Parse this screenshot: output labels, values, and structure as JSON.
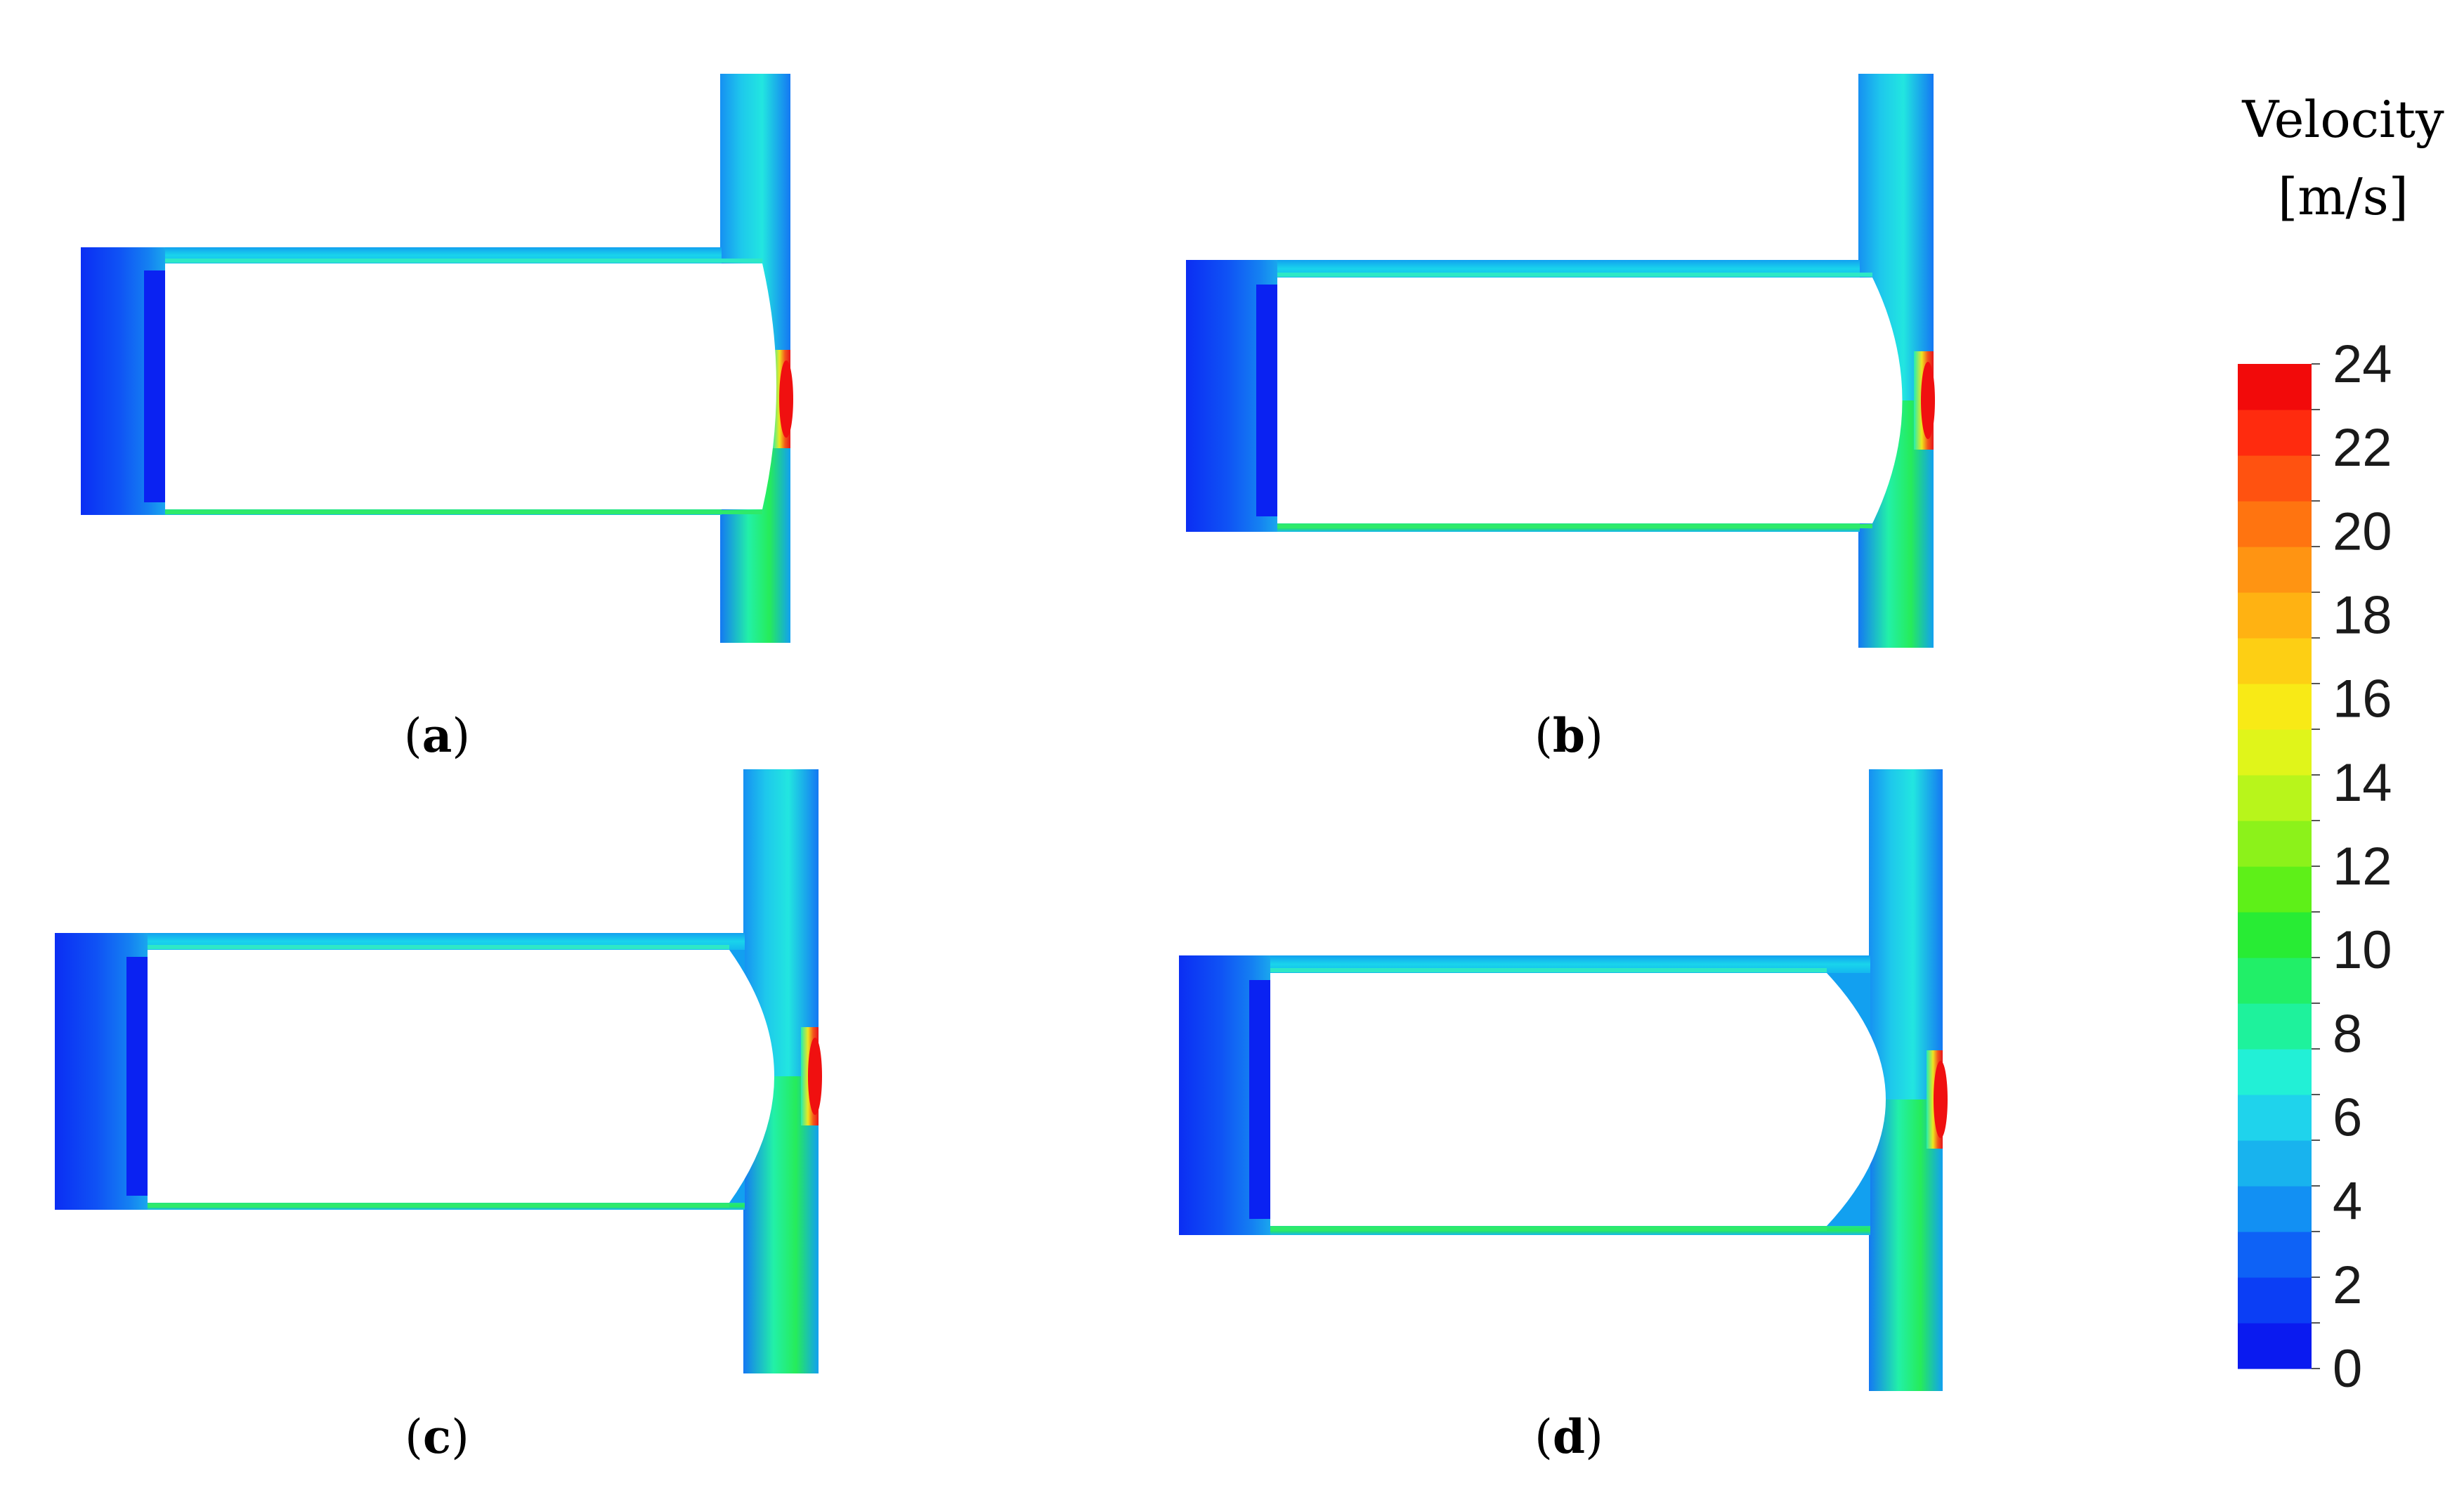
{
  "legend": {
    "title_line1": "Velocity",
    "title_line2": "[m/s]",
    "ticks": [
      "24",
      "22",
      "20",
      "18",
      "16",
      "14",
      "12",
      "10",
      "8",
      "6",
      "4",
      "2",
      "0"
    ],
    "min": 0,
    "max": 24,
    "colors": [
      "#0a1af0",
      "#0b3ef5",
      "#0e62f6",
      "#1290f3",
      "#18b3ee",
      "#1fd3ec",
      "#22f0d6",
      "#1ef29c",
      "#21ef68",
      "#28ec34",
      "#5ef018",
      "#8cf21a",
      "#b8f51b",
      "#e0f51a",
      "#f8ea16",
      "#fdcf14",
      "#ffb212",
      "#ff9412",
      "#ff7410",
      "#ff5210",
      "#ff2b0e",
      "#f20a0a"
    ]
  },
  "panels": [
    {
      "label_open": "(",
      "label_letter": "a",
      "label_close": ")"
    },
    {
      "label_open": "(",
      "label_letter": "b",
      "label_close": ")"
    },
    {
      "label_open": "(",
      "label_letter": "c",
      "label_close": ")"
    },
    {
      "label_open": "(",
      "label_letter": "d",
      "label_close": ")"
    }
  ],
  "colors": {
    "low": "#1020f0",
    "mid_low": "#12a7ee",
    "mid": "#22f0d6",
    "mid_high": "#25ea55",
    "high": "#f01414",
    "background": "#ffffff"
  }
}
